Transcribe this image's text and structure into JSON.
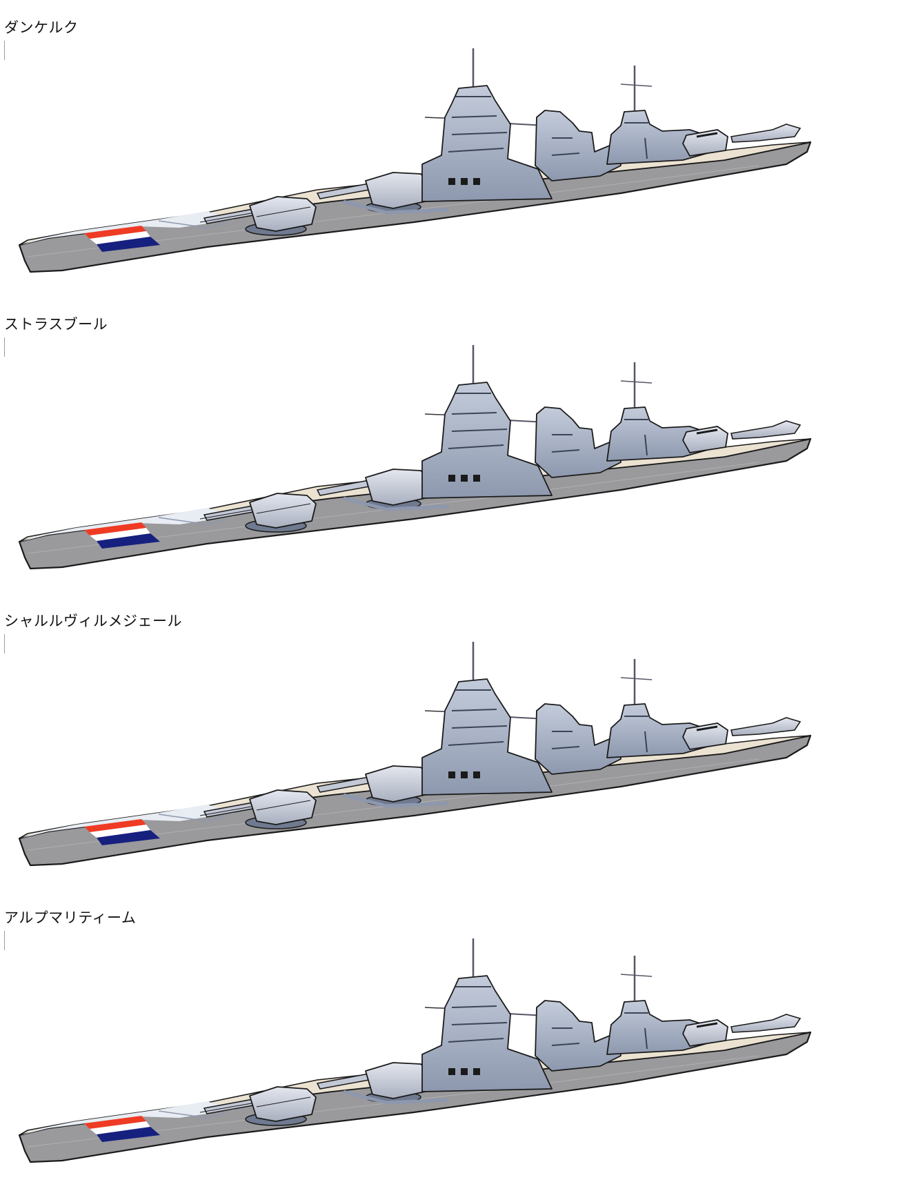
{
  "colors": {
    "background": "#ffffff",
    "hull": "#9a999c",
    "hull_light": "#b9b8bc",
    "deck": "#ebe2d2",
    "superstructure": "#a9b3c6",
    "superstructure_shade": "#6f7a90",
    "turret": "#c3c8d6",
    "outline": "#1a1a1a",
    "flag_red": "#ef3b24",
    "flag_white": "#ffffff",
    "flag_blue": "#16207f"
  },
  "panels": [
    {
      "name": "ダンケルク",
      "image_icon": "battleship-illustration"
    },
    {
      "name": "ストラスブール",
      "image_icon": "battleship-illustration"
    },
    {
      "name": "シャルルヴィルメジェール",
      "image_icon": "battleship-illustration"
    },
    {
      "name": "アルプマリティーム",
      "image_icon": "battleship-illustration"
    }
  ]
}
